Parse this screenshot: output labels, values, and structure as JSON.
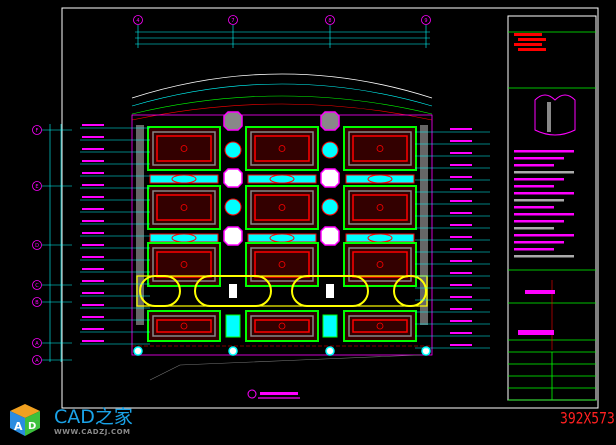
{
  "drawing": {
    "sheet_size_label": "392X573",
    "grid_labels_top": [
      "4",
      "7",
      "8",
      "9"
    ],
    "grid_labels_left": [
      "F",
      "E",
      "D",
      "C",
      "B",
      "A",
      "A"
    ],
    "colors": {
      "background": "#000000",
      "frame": "#ffffff",
      "dimension": "#00ffff",
      "annotation": "#ff00ff",
      "panel_outer": "#00ff00",
      "panel_inner": "#ff0000",
      "oval_frame": "#ffff00"
    }
  },
  "watermark": {
    "brand": "CAD之家",
    "url": "WWW.CADZJ.COM",
    "cube_letters": "AD"
  }
}
